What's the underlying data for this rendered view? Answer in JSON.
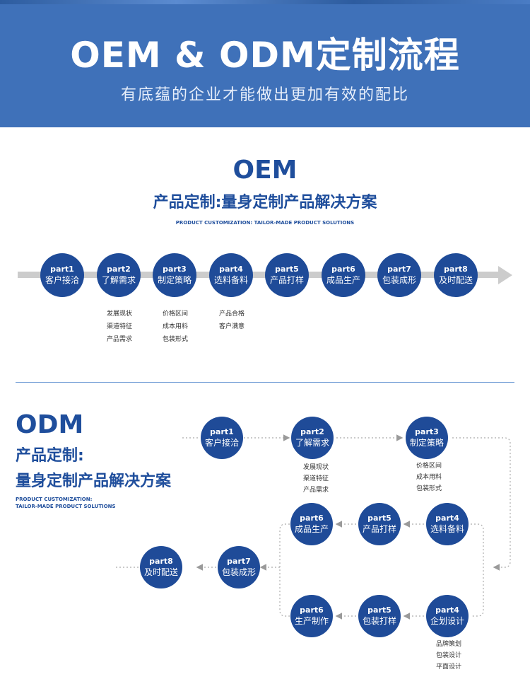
{
  "header": {
    "title": "OEM & ODM定制流程",
    "subtitle": "有底蕴的企业才能做出更加有效的配比"
  },
  "oem": {
    "title": "OEM",
    "subtitle": "产品定制:量身定制产品解决方案",
    "en": "PRODUCT CUSTOMIZATION: TAILOR-MADE PRODUCT SOLUTIONS",
    "steps": [
      {
        "part": "part1",
        "name": "客户接洽"
      },
      {
        "part": "part2",
        "name": "了解需求"
      },
      {
        "part": "part3",
        "name": "制定策略"
      },
      {
        "part": "part4",
        "name": "选料备料"
      },
      {
        "part": "part5",
        "name": "产品打样"
      },
      {
        "part": "part6",
        "name": "成品生产"
      },
      {
        "part": "part7",
        "name": "包装成形"
      },
      {
        "part": "part8",
        "name": "及时配送"
      }
    ],
    "notes": {
      "part2": [
        "发展现状",
        "渠道特征",
        "产品需求"
      ],
      "part3": [
        "价格区间",
        "成本用料",
        "包装形式"
      ],
      "part4": [
        "产品合格",
        "客户满意"
      ]
    }
  },
  "odm": {
    "title": "ODM",
    "subtitle_line1": "产品定制:",
    "subtitle_line2": "量身定制产品解决方案",
    "en_line1": "PRODUCT CUSTOMIZATION:",
    "en_line2": "TAILOR-MADE PRODUCT SOLUTIONS",
    "row1": [
      {
        "part": "part1",
        "name": "客户接洽"
      },
      {
        "part": "part2",
        "name": "了解需求"
      },
      {
        "part": "part3",
        "name": "制定策略"
      }
    ],
    "row2": [
      {
        "part": "part6",
        "name": "成品生产"
      },
      {
        "part": "part5",
        "name": "产品打样"
      },
      {
        "part": "part4",
        "name": "选料备料"
      }
    ],
    "row3": [
      {
        "part": "part8",
        "name": "及时配送"
      },
      {
        "part": "part7",
        "name": "包装成形"
      }
    ],
    "row4": [
      {
        "part": "part6",
        "name": "生产制作"
      },
      {
        "part": "part5",
        "name": "包装打样"
      },
      {
        "part": "part4",
        "name": "企划设计"
      }
    ],
    "notes": {
      "part2": [
        "发展现状",
        "渠道特征",
        "产品需求"
      ],
      "part3": [
        "价格区间",
        "成本用料",
        "包装形式"
      ],
      "part4b": [
        "品牌策划",
        "包装设计",
        "平面设计"
      ]
    }
  },
  "colors": {
    "banner": "#3f71b9",
    "node": "#1f4b98",
    "accent_text": "#1f4e9c",
    "arrow": "#cccccc",
    "dotted": "#aaaaaa"
  }
}
